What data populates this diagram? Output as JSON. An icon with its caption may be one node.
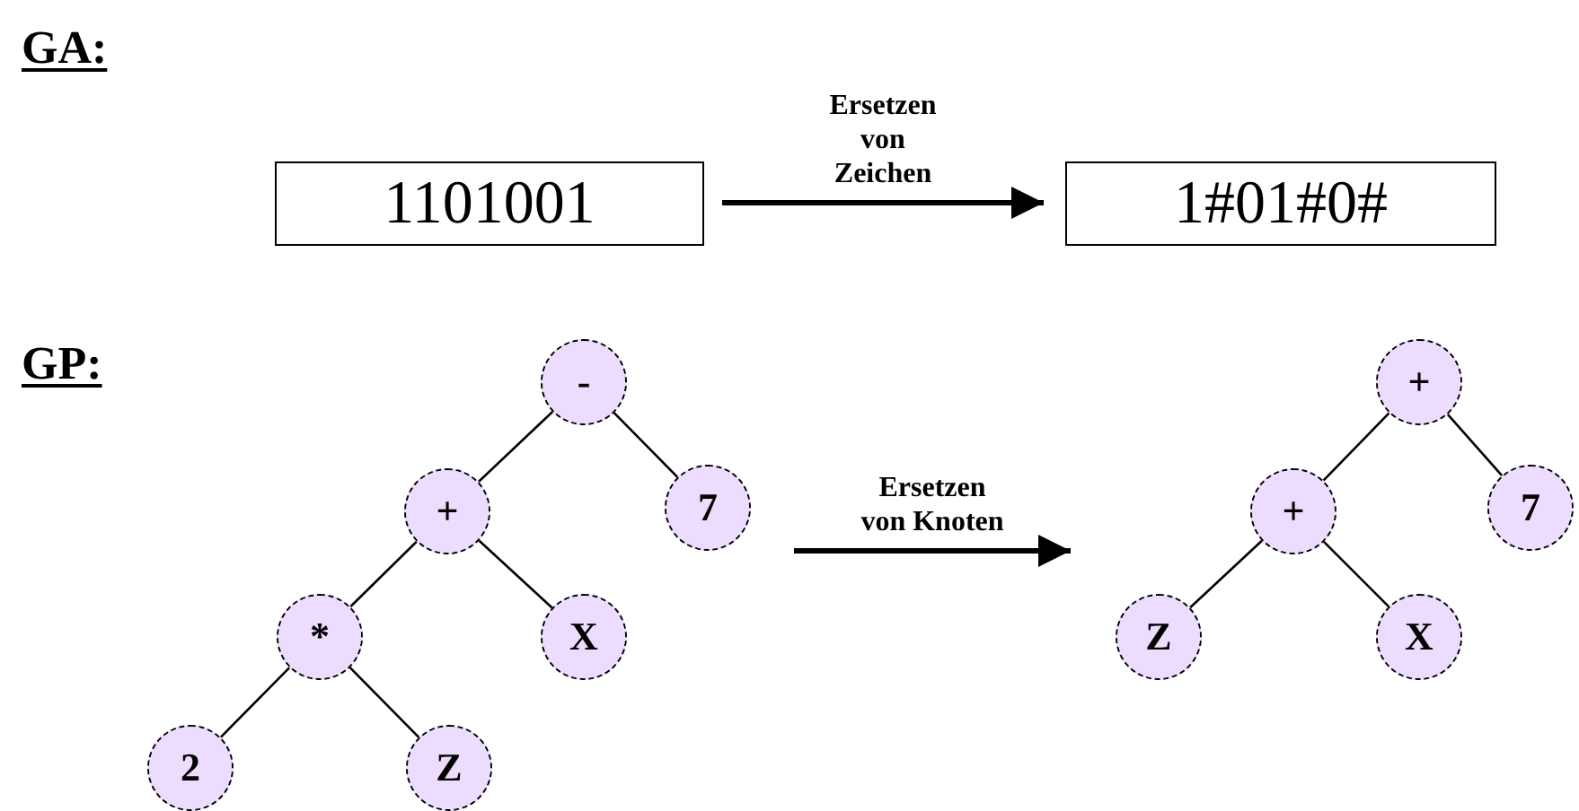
{
  "diagram": {
    "nodes": [
      {
        "text": [
          "1101001"
        ]
      },
      {
        "text": [
          "1#01#0#"
        ]
      },
      {
        "text": [
          "-"
        ]
      },
      {
        "text": [
          "+"
        ]
      },
      {
        "text": [
          "7"
        ]
      },
      {
        "text": [
          "*"
        ]
      },
      {
        "text": [
          "X"
        ]
      },
      {
        "text": [
          "2"
        ]
      },
      {
        "text": [
          "Z"
        ]
      },
      {
        "text": [
          "+"
        ]
      },
      {
        "text": [
          "+"
        ]
      },
      {
        "text": [
          "7"
        ]
      },
      {
        "text": [
          "Z"
        ]
      },
      {
        "text": [
          "X"
        ]
      }
    ],
    "edges": [
      {
        "from": 0,
        "to": 1,
        "arrow": "to",
        "label": "Ersetzen von Zeichen",
        "style": "thick"
      },
      {
        "from": 2,
        "to": 3,
        "arrow": "none"
      },
      {
        "from": 2,
        "to": 4,
        "arrow": "none"
      },
      {
        "from": 3,
        "to": 5,
        "arrow": "none"
      },
      {
        "from": 3,
        "to": 6,
        "arrow": "none"
      },
      {
        "from": 5,
        "to": 7,
        "arrow": "none"
      },
      {
        "from": 5,
        "to": 8,
        "arrow": "none"
      },
      {
        "from": 4,
        "to": 12,
        "arrow": "to",
        "label": "Ersetzen von Knoten",
        "style": "thick"
      },
      {
        "from": 9,
        "to": 10,
        "arrow": "none"
      },
      {
        "from": 9,
        "to": 11,
        "arrow": "none"
      },
      {
        "from": 10,
        "to": 12,
        "arrow": "none"
      },
      {
        "from": 10,
        "to": 13,
        "arrow": "none"
      }
    ],
    "labels": [
      "GA:",
      "GP:"
    ]
  }
}
